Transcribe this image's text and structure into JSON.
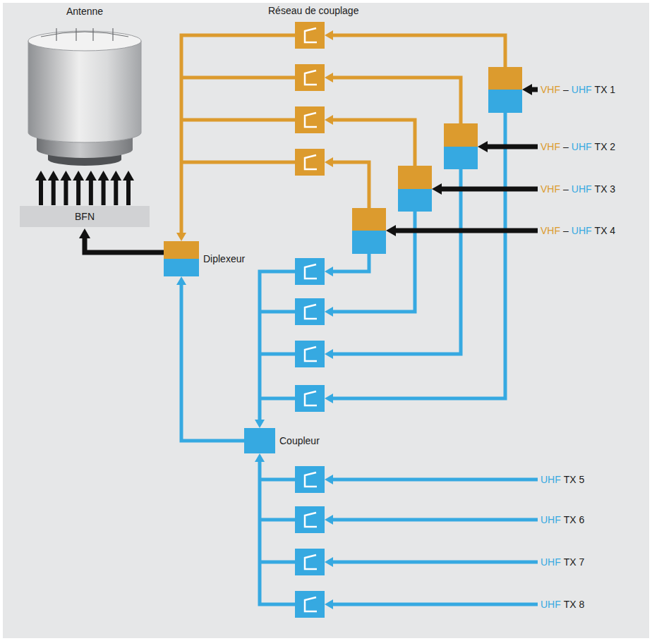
{
  "diagram": {
    "nodes": [
      {
        "text": [
          "Antenne"
        ]
      },
      {
        "text": [
          "BFN"
        ]
      },
      {
        "text": [
          "Diplexeur"
        ]
      },
      {
        "text": [
          "Coupleur"
        ]
      }
    ],
    "edges": [
      {
        "from": 1,
        "to": 0,
        "arrow": "to"
      },
      {
        "from": 2,
        "to": 1,
        "arrow": "to"
      },
      {
        "from": 3,
        "to": 2,
        "arrow": "to"
      }
    ],
    "labels": [
      "Réseau de couplage",
      "VHF",
      "–",
      "UHF",
      "TX 1",
      "VHF",
      "–",
      "UHF",
      "TX 2",
      "VHF",
      "–",
      "UHF",
      "TX 3",
      "VHF",
      "–",
      "UHF",
      "TX 4",
      "UHF",
      "TX 5",
      "UHF",
      "TX 6",
      "UHF",
      "TX 7",
      "UHF",
      "TX 8"
    ]
  }
}
